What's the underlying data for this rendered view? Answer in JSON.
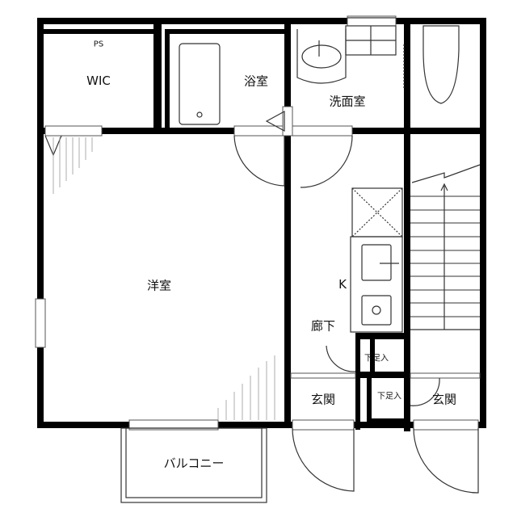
{
  "rooms": {
    "ps": "PS",
    "wic": "WIC",
    "bath": "浴室",
    "washroom": "洗面室",
    "western_room": "洋室",
    "kitchen": "K",
    "hallway": "廊下",
    "shoe_box_1": "下足入",
    "shoe_box_2": "下足入",
    "entrance_1": "玄関",
    "entrance_2": "玄関",
    "balcony": "バルコニー"
  },
  "colors": {
    "wall": "#000000",
    "line": "#333333",
    "background": "#ffffff"
  }
}
